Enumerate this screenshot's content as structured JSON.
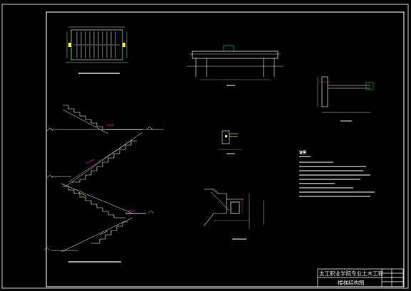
{
  "title_block": {
    "school": "太工职业学院专业土木工程",
    "drawing_title": "楼梯结构图"
  },
  "notes": {
    "heading": "说明"
  },
  "colors": {
    "background": "#000000",
    "frame": "#ffffff",
    "green": "#00ff00",
    "white_lines": "#ffffff",
    "magenta": "#ff00ff",
    "yellow": "#ffff00",
    "cyan": "#00ffff",
    "red": "#ff3030"
  }
}
